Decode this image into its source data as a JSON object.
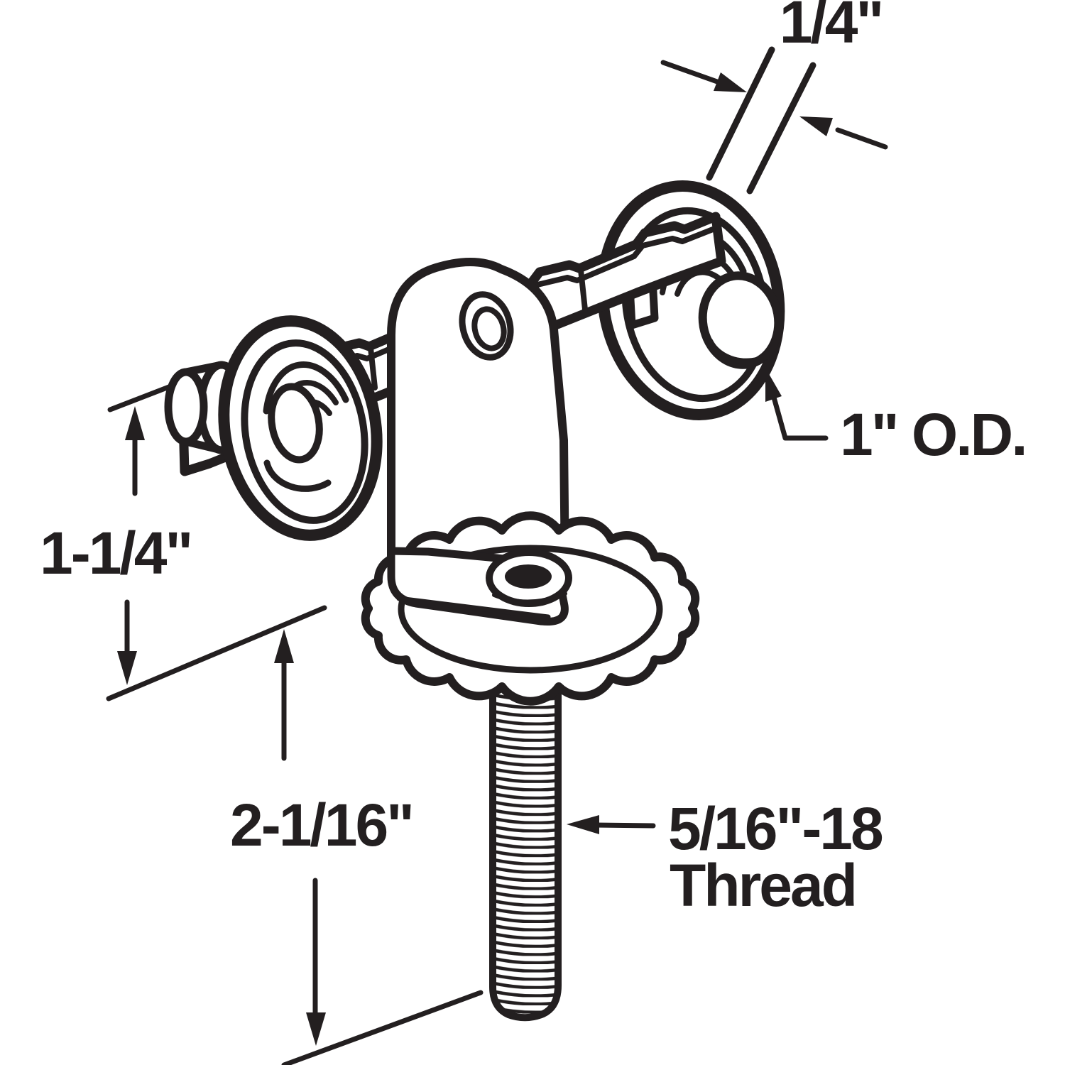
{
  "figure": {
    "kind": "technical line illustration",
    "subject": "Twin-wheel sliding closet door top roller bracket with scalloped washer and threaded stem",
    "background": "#ffffff",
    "ink": "#231f20"
  },
  "labels": {
    "track_thickness": "1/4\"",
    "wheel_outer_diameter": "1\" O.D.",
    "roller_height": "1-1/4\"",
    "stem_length": "2-1/16\"",
    "thread_spec_line1": "5/16\"-18",
    "thread_spec_line2": "Thread"
  }
}
